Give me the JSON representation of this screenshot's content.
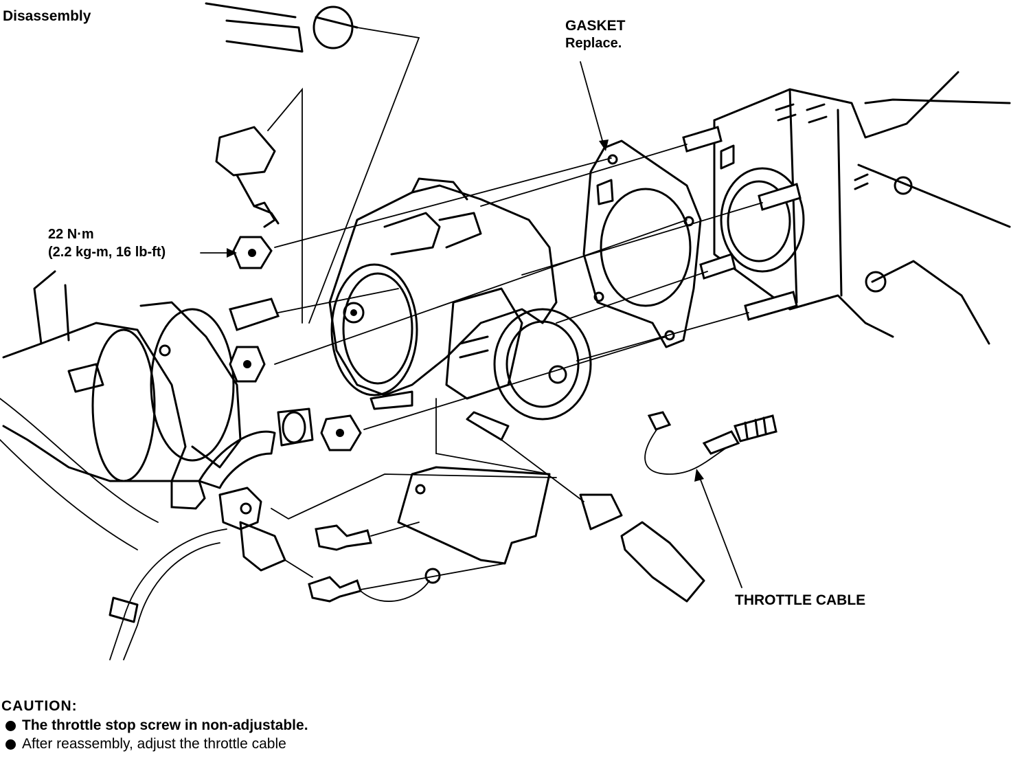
{
  "labels": {
    "title": "Disassembly",
    "gasket": "GASKET",
    "gasket_note": "Replace.",
    "torque": "22 N·m",
    "torque_units": "(2.2 kg-m, 16 lb-ft)",
    "throttle_cable": "THROTTLE CABLE"
  },
  "caution": {
    "heading": "CAUTION:",
    "items": [
      "The throttle stop screw in non-adjustable.",
      "After reassembly, adjust the throttle cable"
    ]
  }
}
